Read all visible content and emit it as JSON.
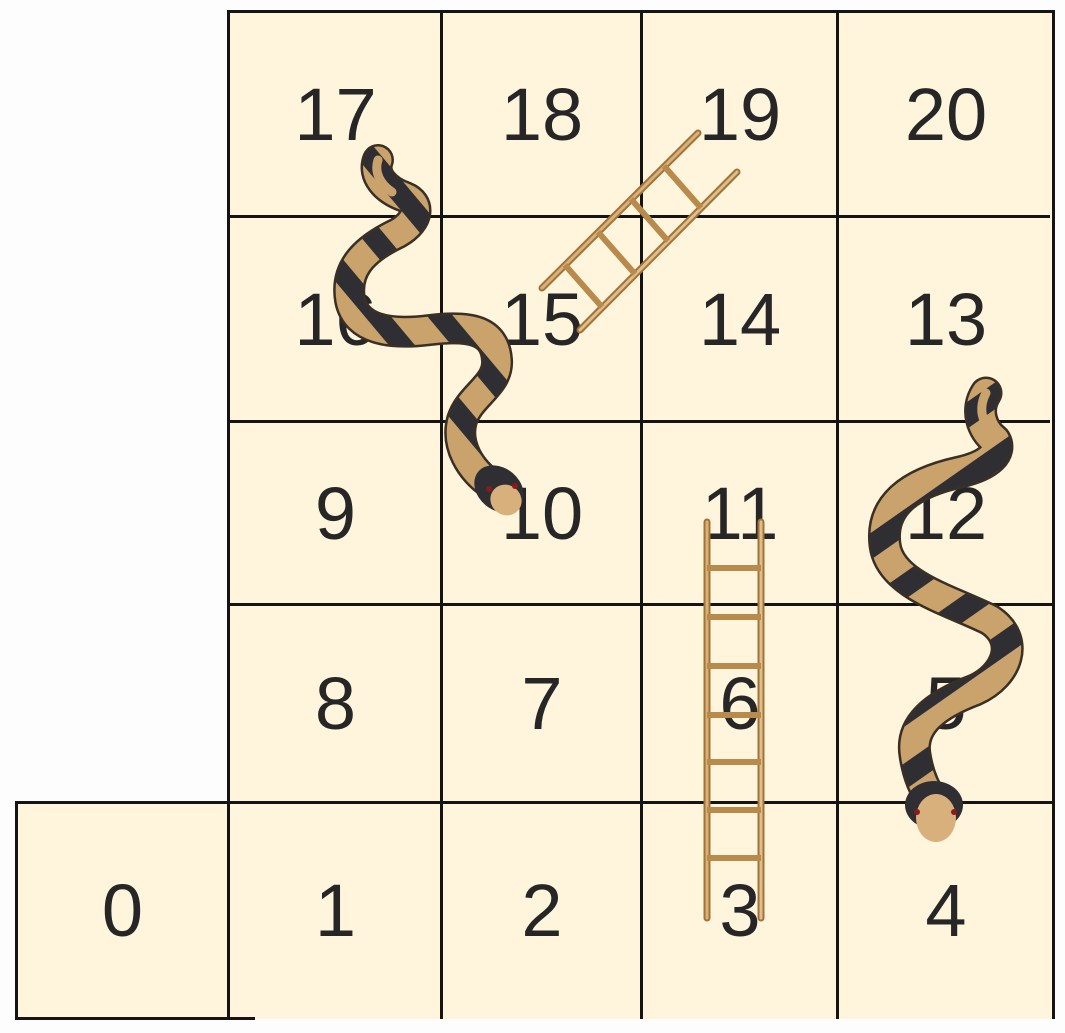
{
  "board": {
    "rows": [
      [
        "17",
        "18",
        "19",
        "20"
      ],
      [
        "16",
        "15",
        "14",
        "13"
      ],
      [
        "9",
        "10",
        "11",
        "12"
      ],
      [
        "8",
        "7",
        "6",
        "5"
      ],
      [
        "1",
        "2",
        "3",
        "4"
      ]
    ],
    "start_cell": "0"
  },
  "colors": {
    "cell_fill": "#fff4dc",
    "grid_line": "#141414",
    "number": "#262626",
    "snake_tan": "#c9a26c",
    "snake_band": "#2f2f33",
    "ladder_wood": "#c89a5a"
  },
  "ladders": [
    {
      "bottom_cell": "15",
      "top_cell": "19",
      "name": "ladder-15-to-19"
    },
    {
      "bottom_cell": "3",
      "top_cell": "11",
      "name": "ladder-3-to-11"
    }
  ],
  "snakes": [
    {
      "head_cell": "10",
      "tail_cell": "17",
      "name": "snake-17-to-10"
    },
    {
      "head_cell": "4",
      "tail_cell": "12",
      "name": "snake-12-to-4"
    }
  ],
  "icons": [
    "snake-icon",
    "ladder-icon"
  ]
}
